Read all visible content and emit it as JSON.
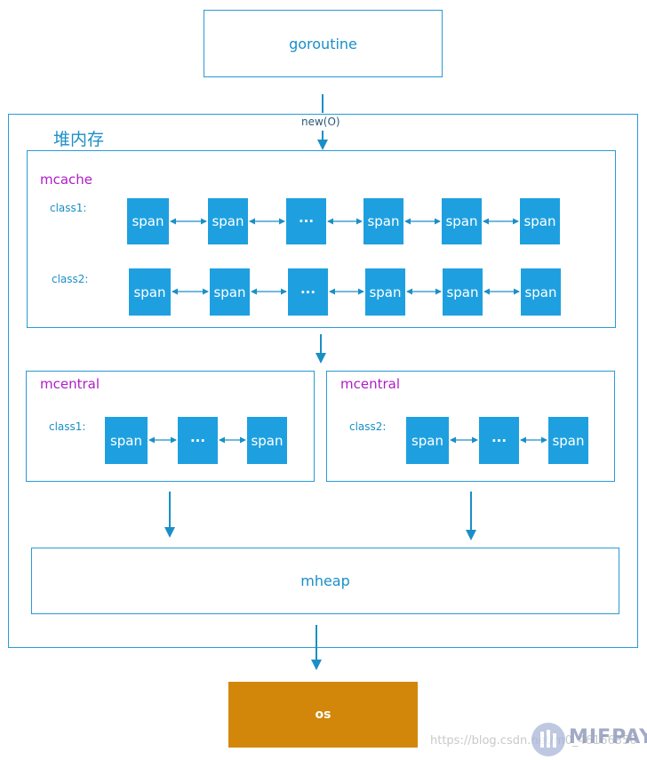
{
  "goroutine": {
    "label": "goroutine"
  },
  "arrow_label": "new(O)",
  "heap": {
    "label": "堆内存"
  },
  "mcache": {
    "label": "mcache",
    "rows": [
      {
        "class": "class1:",
        "items": [
          "span",
          "span",
          "···",
          "span",
          "span",
          "span"
        ]
      },
      {
        "class": "class2:",
        "items": [
          "span",
          "span",
          "···",
          "span",
          "span",
          "span"
        ]
      }
    ]
  },
  "mcentral": [
    {
      "label": "mcentral",
      "class": "class1:",
      "items": [
        "span",
        "···",
        "span"
      ]
    },
    {
      "label": "mcentral",
      "class": "class2:",
      "items": [
        "span",
        "···",
        "span"
      ]
    }
  ],
  "mheap": {
    "label": "mheap"
  },
  "os": {
    "label": "os"
  },
  "watermark": {
    "url": "https://blog.csdn.net/m0_46166350",
    "logo": "MIFPAY"
  },
  "colors": {
    "line": "#2a9ad6",
    "span": "#1ea0e0",
    "os": "#d2870a",
    "purple": "#b01cc8"
  }
}
